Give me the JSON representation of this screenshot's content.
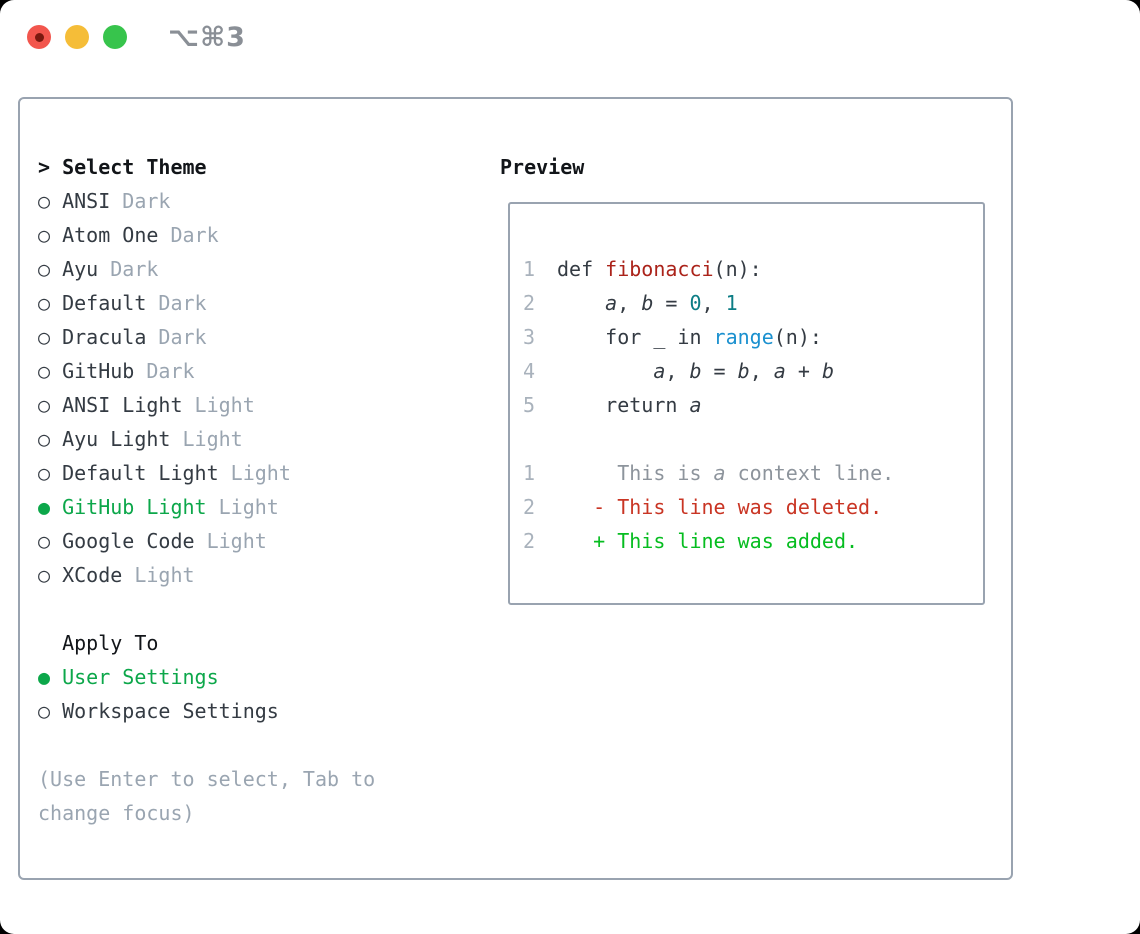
{
  "window": {
    "title": "⌥⌘3",
    "traffic_lights": {
      "close": "close-red-light-with-modified-dot",
      "minimize": "yellow-light",
      "zoom": "green-light"
    }
  },
  "icons": {
    "radio_selected": "●",
    "radio_unselected": "○",
    "focus_caret": ">"
  },
  "theme_panel": {
    "header": {
      "prefix": ">",
      "label": "Select Theme"
    },
    "themes": [
      {
        "name": "ANSI",
        "variant": "Dark",
        "selected": false
      },
      {
        "name": "Atom One",
        "variant": "Dark",
        "selected": false
      },
      {
        "name": "Ayu",
        "variant": "Dark",
        "selected": false
      },
      {
        "name": "Default",
        "variant": "Dark",
        "selected": false
      },
      {
        "name": "Dracula",
        "variant": "Dark",
        "selected": false
      },
      {
        "name": "GitHub",
        "variant": "Dark",
        "selected": false
      },
      {
        "name": "ANSI Light",
        "variant": "Light",
        "selected": false
      },
      {
        "name": "Ayu Light",
        "variant": "Light",
        "selected": false
      },
      {
        "name": "Default Light",
        "variant": "Light",
        "selected": false
      },
      {
        "name": "GitHub Light",
        "variant": "Light",
        "selected": true
      },
      {
        "name": "Google Code",
        "variant": "Light",
        "selected": false
      },
      {
        "name": "XCode",
        "variant": "Light",
        "selected": false
      }
    ],
    "apply_to": {
      "label": "Apply To",
      "options": [
        {
          "name": "User Settings",
          "selected": true
        },
        {
          "name": "Workspace Settings",
          "selected": false
        }
      ]
    },
    "help_lines": [
      "(Use Enter to select, Tab to",
      "change focus)"
    ]
  },
  "preview": {
    "label": "Preview",
    "code_lines": [
      {
        "num": "1",
        "tokens": [
          {
            "t": "def ",
            "c": "plain"
          },
          {
            "t": "fibonacci",
            "c": "func"
          },
          {
            "t": "(n):",
            "c": "plain"
          }
        ]
      },
      {
        "num": "2",
        "tokens": [
          {
            "t": "    ",
            "c": "plain"
          },
          {
            "t": "a",
            "c": "var"
          },
          {
            "t": ", ",
            "c": "plain"
          },
          {
            "t": "b",
            "c": "var"
          },
          {
            "t": " = ",
            "c": "plain"
          },
          {
            "t": "0",
            "c": "num"
          },
          {
            "t": ", ",
            "c": "plain"
          },
          {
            "t": "1",
            "c": "num"
          }
        ]
      },
      {
        "num": "3",
        "tokens": [
          {
            "t": "    for _ in ",
            "c": "plain"
          },
          {
            "t": "range",
            "c": "blue"
          },
          {
            "t": "(n):",
            "c": "plain"
          }
        ]
      },
      {
        "num": "4",
        "tokens": [
          {
            "t": "        ",
            "c": "plain"
          },
          {
            "t": "a",
            "c": "var"
          },
          {
            "t": ", ",
            "c": "plain"
          },
          {
            "t": "b",
            "c": "var"
          },
          {
            "t": " = ",
            "c": "plain"
          },
          {
            "t": "b",
            "c": "var"
          },
          {
            "t": ", ",
            "c": "plain"
          },
          {
            "t": "a",
            "c": "var"
          },
          {
            "t": " + ",
            "c": "plain"
          },
          {
            "t": "b",
            "c": "var"
          }
        ]
      },
      {
        "num": "5",
        "tokens": [
          {
            "t": "    return ",
            "c": "plain"
          },
          {
            "t": "a",
            "c": "var"
          }
        ]
      },
      {
        "num": "",
        "tokens": []
      },
      {
        "num": "1",
        "tokens": [
          {
            "t": "     This is ",
            "c": "ctx"
          },
          {
            "t": "a",
            "c": "ctx-var"
          },
          {
            "t": " context line.",
            "c": "ctx"
          }
        ]
      },
      {
        "num": "2",
        "tokens": [
          {
            "t": "   ",
            "c": "plain"
          },
          {
            "t": "- This line was deleted.",
            "c": "del"
          }
        ]
      },
      {
        "num": "2",
        "tokens": [
          {
            "t": "   ",
            "c": "plain"
          },
          {
            "t": "+ This line was added.",
            "c": "add"
          }
        ]
      }
    ]
  },
  "colors": {
    "text_dark": "#343b43",
    "header_black": "#121519",
    "muted_gray": "#9aa5b1",
    "selected_green": "#0ca74a",
    "added_green": "#06bd20",
    "deleted_red": "#c93524",
    "function_red": "#ab231a",
    "number_teal": "#0c7d85",
    "builtin_blue": "#1a90cf",
    "line_number_gray": "#a9b2bc",
    "context_gray": "#8d949c",
    "border_gray": "#99a3b0",
    "title_gray": "#8a8f96",
    "light_red": "#f2564d",
    "light_red_dot": "#79190f",
    "light_yellow": "#f5bd38",
    "light_green": "#37c44c"
  }
}
